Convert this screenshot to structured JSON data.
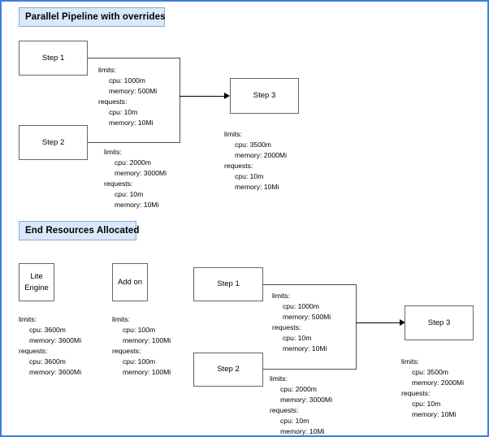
{
  "page": {
    "border_color": "#3b7fe0",
    "background": "#ffffff"
  },
  "sections": [
    {
      "id": "parallel-pipeline",
      "badge": {
        "label": "Parallel Pipeline with  overrides",
        "fill": "#dae8fc",
        "stroke": "#8fa8c8"
      }
    },
    {
      "id": "end-resources",
      "badge": {
        "label": "End Resources Allocated",
        "fill": "#dae8fc",
        "stroke": "#8fa8c8"
      }
    }
  ],
  "top": {
    "step1": {
      "label": "Step 1",
      "resources": {
        "limits_label": "limits:",
        "limits_cpu": "cpu: 1000m",
        "limits_memory": "memory: 500Mi",
        "requests_label": "requests:",
        "requests_cpu": "cpu: 10m",
        "requests_memory": "memory: 10Mi"
      }
    },
    "step2": {
      "label": "Step 2",
      "resources": {
        "limits_label": "limits:",
        "limits_cpu": "cpu: 2000m",
        "limits_memory": "memory: 3000Mi",
        "requests_label": "requests:",
        "requests_cpu": "cpu: 10m",
        "requests_memory": "memory: 10Mi"
      }
    },
    "step3": {
      "label": "Step 3",
      "resources": {
        "limits_label": "limits:",
        "limits_cpu": "cpu: 3500m",
        "limits_memory": "memory: 2000Mi",
        "requests_label": "requests:",
        "requests_cpu": "cpu: 10m",
        "requests_memory": "memory: 10Mi"
      }
    }
  },
  "bottom": {
    "lite_engine": {
      "label_line1": "Lite",
      "label_line2": "Engine",
      "resources": {
        "limits_label": "limits:",
        "limits_cpu": "cpu: 3600m",
        "limits_memory": "memory: 3600Mi",
        "requests_label": "requests:",
        "requests_cpu": "cpu: 3600m",
        "requests_memory": "memory: 3600Mi"
      }
    },
    "add_on": {
      "label": "Add on",
      "resources": {
        "limits_label": "limits:",
        "limits_cpu": "cpu: 100m",
        "limits_memory": "memory: 100Mi",
        "requests_label": "requests:",
        "requests_cpu": "cpu: 100m",
        "requests_memory": "memory: 100Mi"
      }
    },
    "step1": {
      "label": "Step 1",
      "resources": {
        "limits_label": "limits:",
        "limits_cpu": "cpu: 1000m",
        "limits_memory": "memory: 500Mi",
        "requests_label": "requests:",
        "requests_cpu": "cpu: 10m",
        "requests_memory": "memory: 10Mi"
      }
    },
    "step2": {
      "label": "Step 2",
      "resources": {
        "limits_label": "limits:",
        "limits_cpu": "cpu: 2000m",
        "limits_memory": "memory: 3000Mi",
        "requests_label": "requests:",
        "requests_cpu": "cpu: 10m",
        "requests_memory": "memory: 10Mi"
      }
    },
    "step3": {
      "label": "Step 3",
      "resources": {
        "limits_label": "limits:",
        "limits_cpu": "cpu: 3500m",
        "limits_memory": "memory: 2000Mi",
        "requests_label": "requests:",
        "requests_cpu": "cpu: 10m",
        "requests_memory": "memory: 10Mi"
      }
    }
  }
}
